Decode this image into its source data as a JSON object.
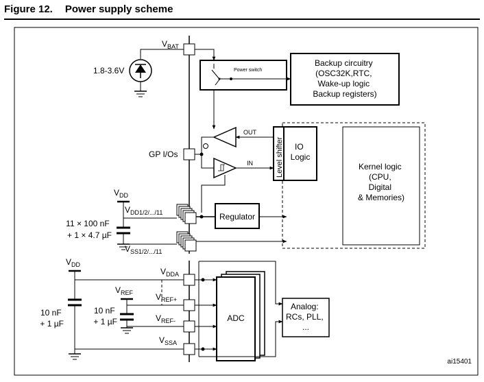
{
  "figure": {
    "number": "Figure 12.",
    "title": "Power supply scheme",
    "ref_code": "ai15401"
  },
  "pins": {
    "vbat": {
      "main": "V",
      "sub": "BAT"
    },
    "gpio": "GP I/Os",
    "vdd_group": {
      "main": "V",
      "sub": "DD1/2/.../11"
    },
    "vss_group": {
      "main": "V",
      "sub": "SS1/2/.../11"
    },
    "vdda": {
      "main": "V",
      "sub": "DDA"
    },
    "vref_plus": {
      "main": "V",
      "sub": "REF+"
    },
    "vref_minus": {
      "main": "V",
      "sub": "REF-"
    },
    "vssa": {
      "main": "V",
      "sub": "SSA"
    }
  },
  "supplies": {
    "battery_range": "1.8-3.6V",
    "vdd_top": {
      "main": "V",
      "sub": "DD"
    },
    "vdd_bottom": {
      "main": "V",
      "sub": "DD"
    },
    "vref": {
      "main": "V",
      "sub": "REF"
    }
  },
  "capacitors": {
    "vdd_caps": {
      "line1": "11 × 100 nF",
      "line2": "+ 1 × 4.7 µF"
    },
    "vdda_caps": {
      "line1": "10 nF",
      "line2": "+ 1 µF"
    },
    "vref_caps": {
      "line1": "10 nF",
      "line2": "+ 1 µF"
    }
  },
  "blocks": {
    "power_switch": "Power switch",
    "backup": [
      "Backup circuitry",
      "(OSC32K,RTC,",
      "Wake-up logic",
      "Backup registers)"
    ],
    "level_shifter": "Level shifter",
    "io_logic": [
      "IO",
      "Logic"
    ],
    "kernel": [
      "Kernel logic",
      "(CPU,",
      "Digital",
      "& Memories)"
    ],
    "regulator": "Regulator",
    "adc": "ADC",
    "analog": [
      "Analog:",
      "RCs, PLL,",
      "..."
    ]
  },
  "signals": {
    "out": "OUT",
    "in": "IN"
  }
}
